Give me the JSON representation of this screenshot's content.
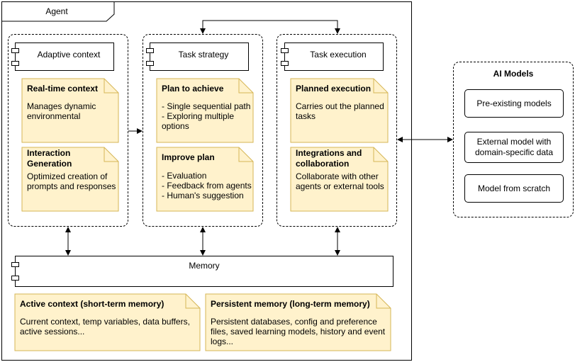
{
  "agent": {
    "label": "Agent"
  },
  "adaptive_context": {
    "title": "Adaptive context",
    "realtime": {
      "title": "Real-time context",
      "lines": [
        "Manages dynamic",
        "environmental"
      ]
    },
    "interaction": {
      "title_lines": [
        "Interaction",
        "Generation"
      ],
      "lines": [
        "Optimized creation of",
        "prompts and responses"
      ]
    }
  },
  "task_strategy": {
    "title": "Task strategy",
    "plan": {
      "title": "Plan to achieve",
      "lines": [
        "- Single sequential path",
        "- Exploring multiple",
        "options"
      ]
    },
    "improve": {
      "title": "Improve plan",
      "lines": [
        "- Evaluation",
        "- Feedback from agents",
        "- Human's suggestion"
      ]
    }
  },
  "task_execution": {
    "title": "Task execution",
    "planned": {
      "title": "Planned execution",
      "lines": [
        "Carries out the planned",
        "tasks"
      ]
    },
    "integrations": {
      "title_lines": [
        "Integrations and",
        "collaboration"
      ],
      "lines": [
        "Collaborate with other",
        "agents or external tools"
      ]
    }
  },
  "memory": {
    "title": "Memory",
    "active": {
      "title": "Active context (short-term memory)",
      "lines": [
        "Current context, temp variables, data buffers,",
        "active sessions..."
      ]
    },
    "persistent": {
      "title": "Persistent memory (long-term memory)",
      "lines": [
        "Persistent databases, config and preference",
        "files, saved learning models, history and event",
        "logs..."
      ]
    }
  },
  "ai_models": {
    "title": "AI Models",
    "items": [
      {
        "lines": [
          "Pre-existing models"
        ]
      },
      {
        "lines": [
          "External model with",
          "domain-specific data"
        ]
      },
      {
        "lines": [
          "Model from scratch"
        ]
      }
    ]
  },
  "colors": {
    "note_fill": "#fff2cc",
    "note_border": "#d6b656",
    "stroke": "#000000"
  }
}
